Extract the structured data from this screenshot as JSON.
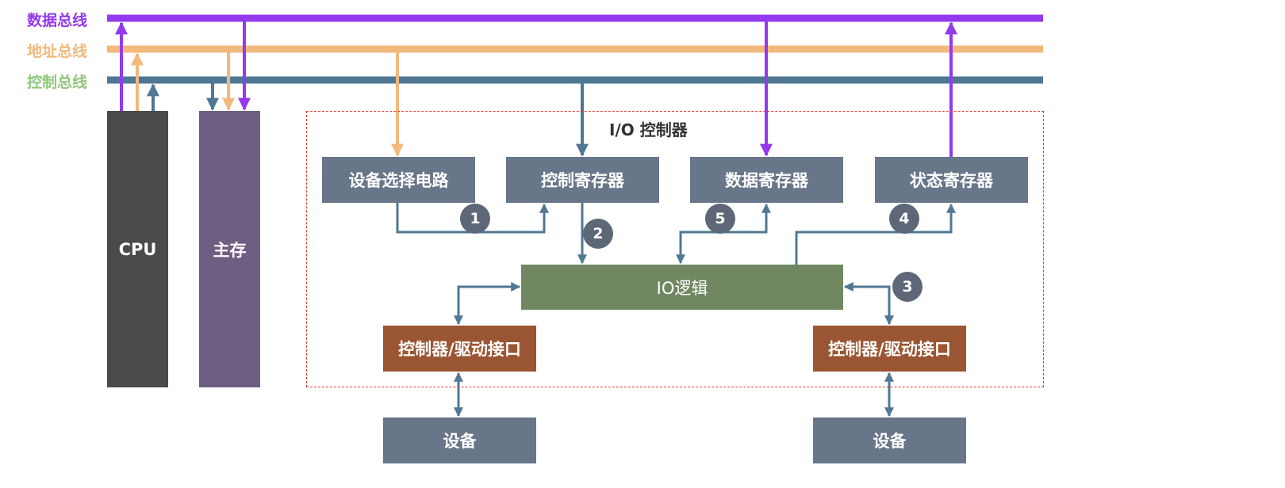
{
  "colors": {
    "data_bus": "#9439ee",
    "address_bus": "#f2b97c",
    "control_bus": "#4e7894",
    "control_bus_label": "#8fc77a",
    "cpu": "#4a4a4a",
    "memory": "#6e5e82",
    "register": "#687689",
    "io_logic": "#708862",
    "interface": "#9a5533",
    "frame": "#e0392f",
    "badge": "#5d6778"
  },
  "buses": {
    "data": "数据总线",
    "address": "地址总线",
    "control": "控制总线"
  },
  "cpu": "CPU",
  "memory": "主存",
  "io_controller": {
    "title": "I/O 控制器",
    "registers": {
      "device_select": "设备选择电路",
      "control_register": "控制寄存器",
      "data_register": "数据寄存器",
      "status_register": "状态寄存器"
    },
    "io_logic": "IO逻辑",
    "interface_left": "控制器/驱动接口",
    "interface_right": "控制器/驱动接口"
  },
  "devices": {
    "left": "设备",
    "right": "设备"
  },
  "steps": [
    "1",
    "2",
    "3",
    "4",
    "5"
  ]
}
